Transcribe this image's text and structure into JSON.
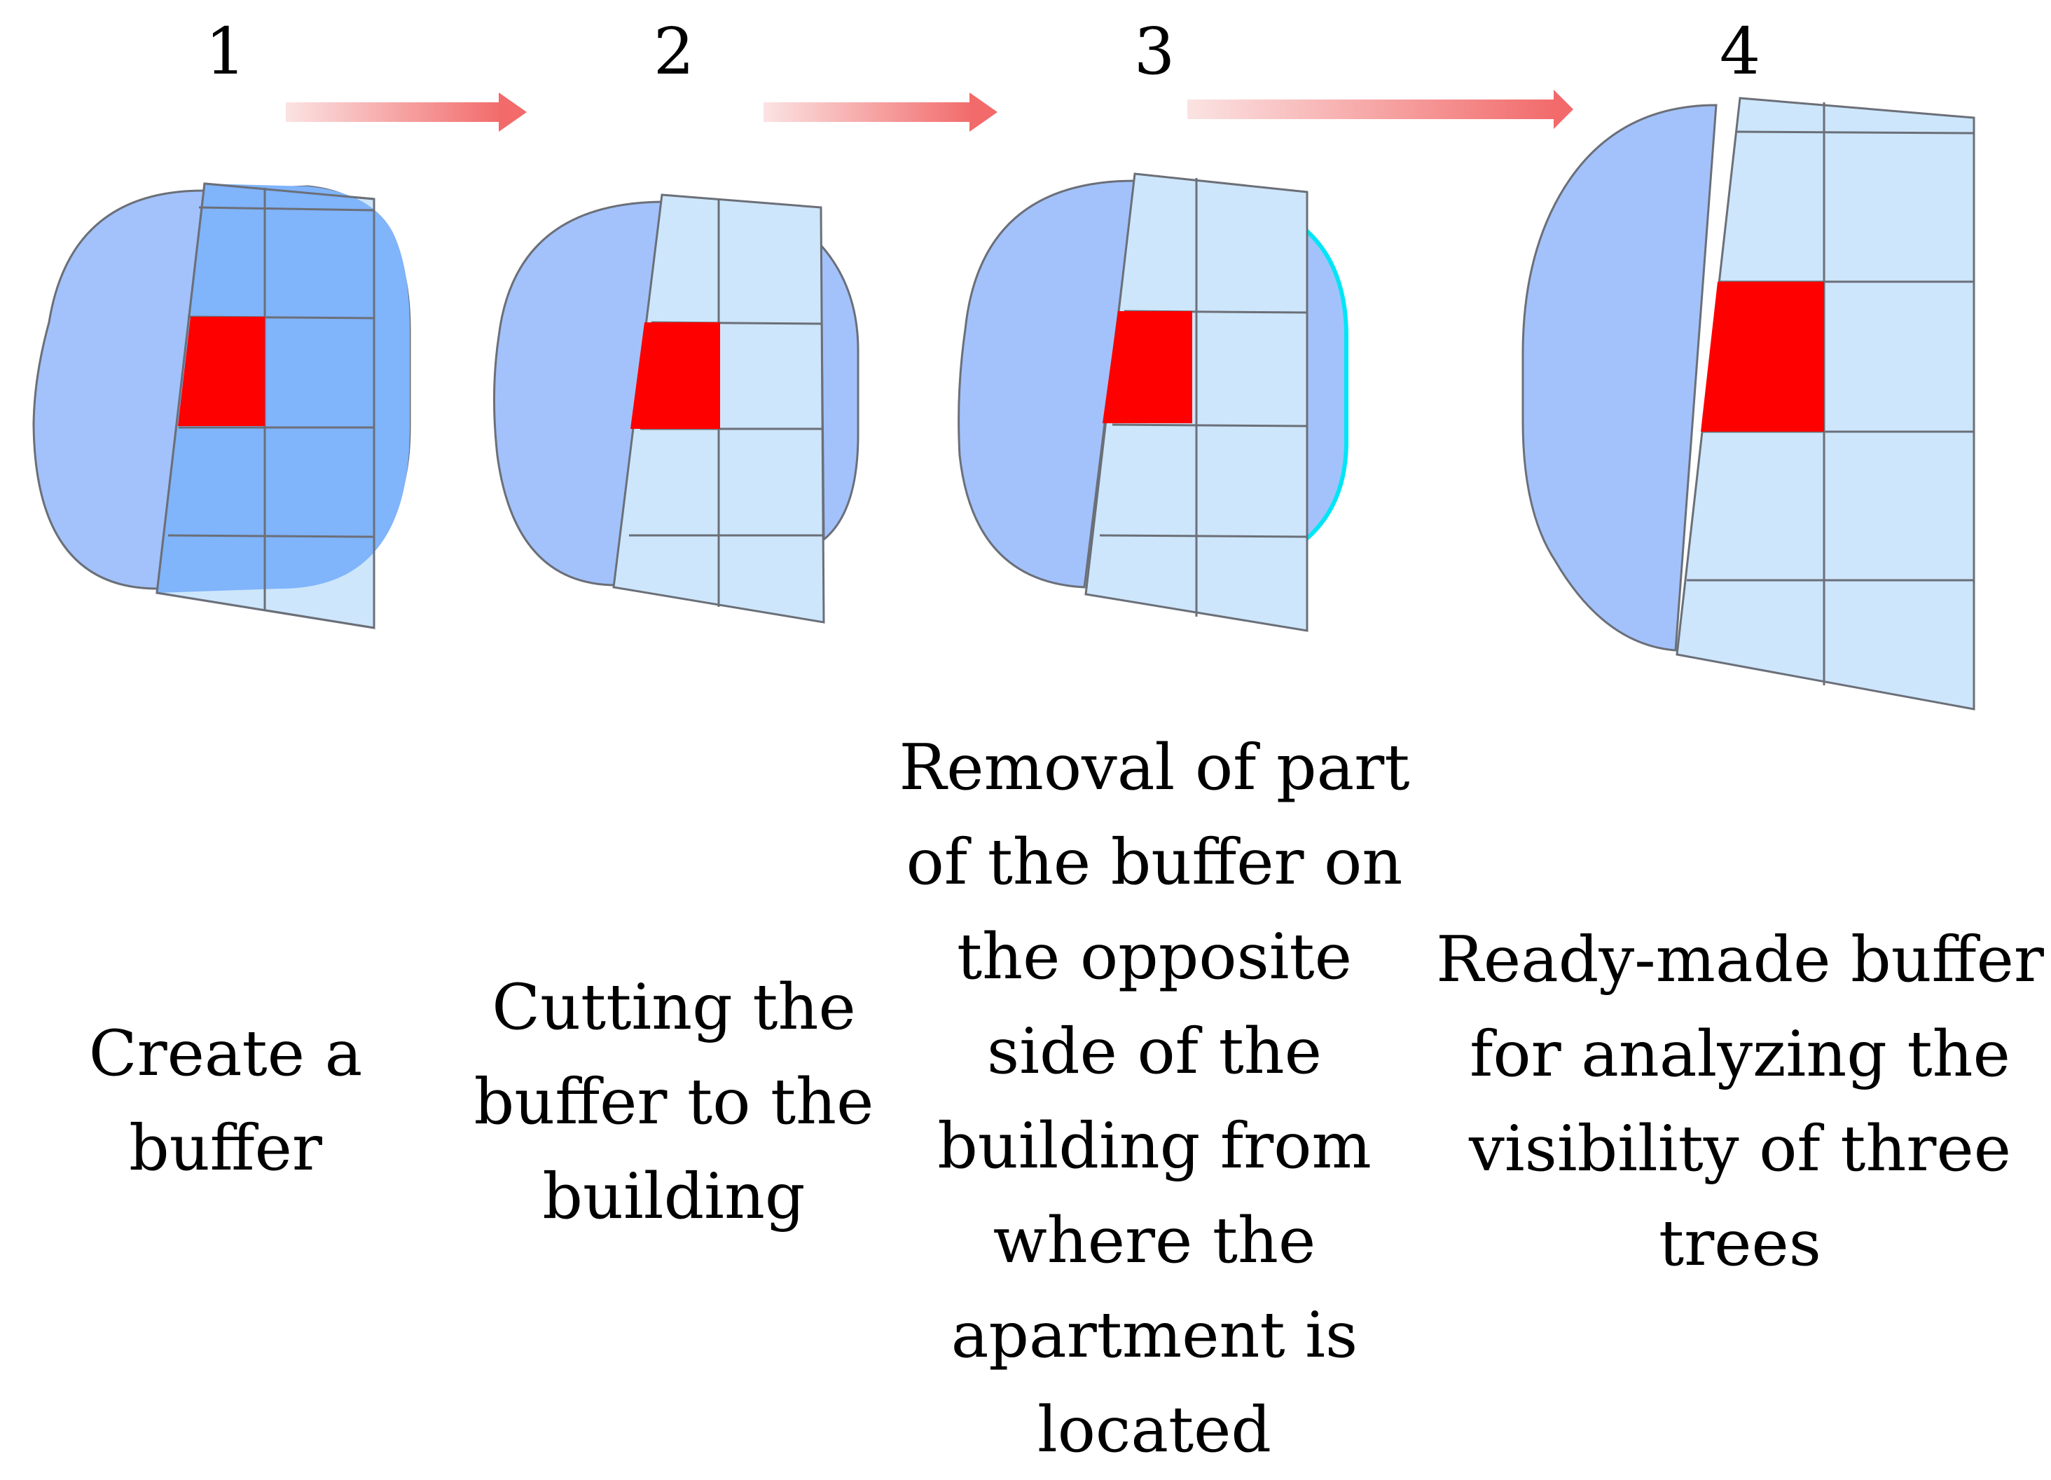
{
  "steps": [
    {
      "number": "1",
      "caption": [
        "Create a",
        "buffer"
      ]
    },
    {
      "number": "2",
      "caption": [
        "Cutting the",
        "buffer to the",
        "building"
      ]
    },
    {
      "number": "3",
      "caption": [
        "Removal of part",
        "of the buffer on",
        "the opposite",
        "side of the",
        "building from",
        "where the",
        "apartment is",
        "located"
      ]
    },
    {
      "number": "4",
      "caption": [
        "Ready-made buffer",
        "for analyzing the",
        "visibility of three",
        "trees"
      ]
    }
  ],
  "colors": {
    "buffer": "#a3c2fb",
    "buffer_overlap": "#80b4fb",
    "building": "#cde6fb",
    "apartment": "#ff0000",
    "grid_line": "#6b6f78",
    "removed_edge": "#00e5f5",
    "arrow": "#f26a6a"
  }
}
